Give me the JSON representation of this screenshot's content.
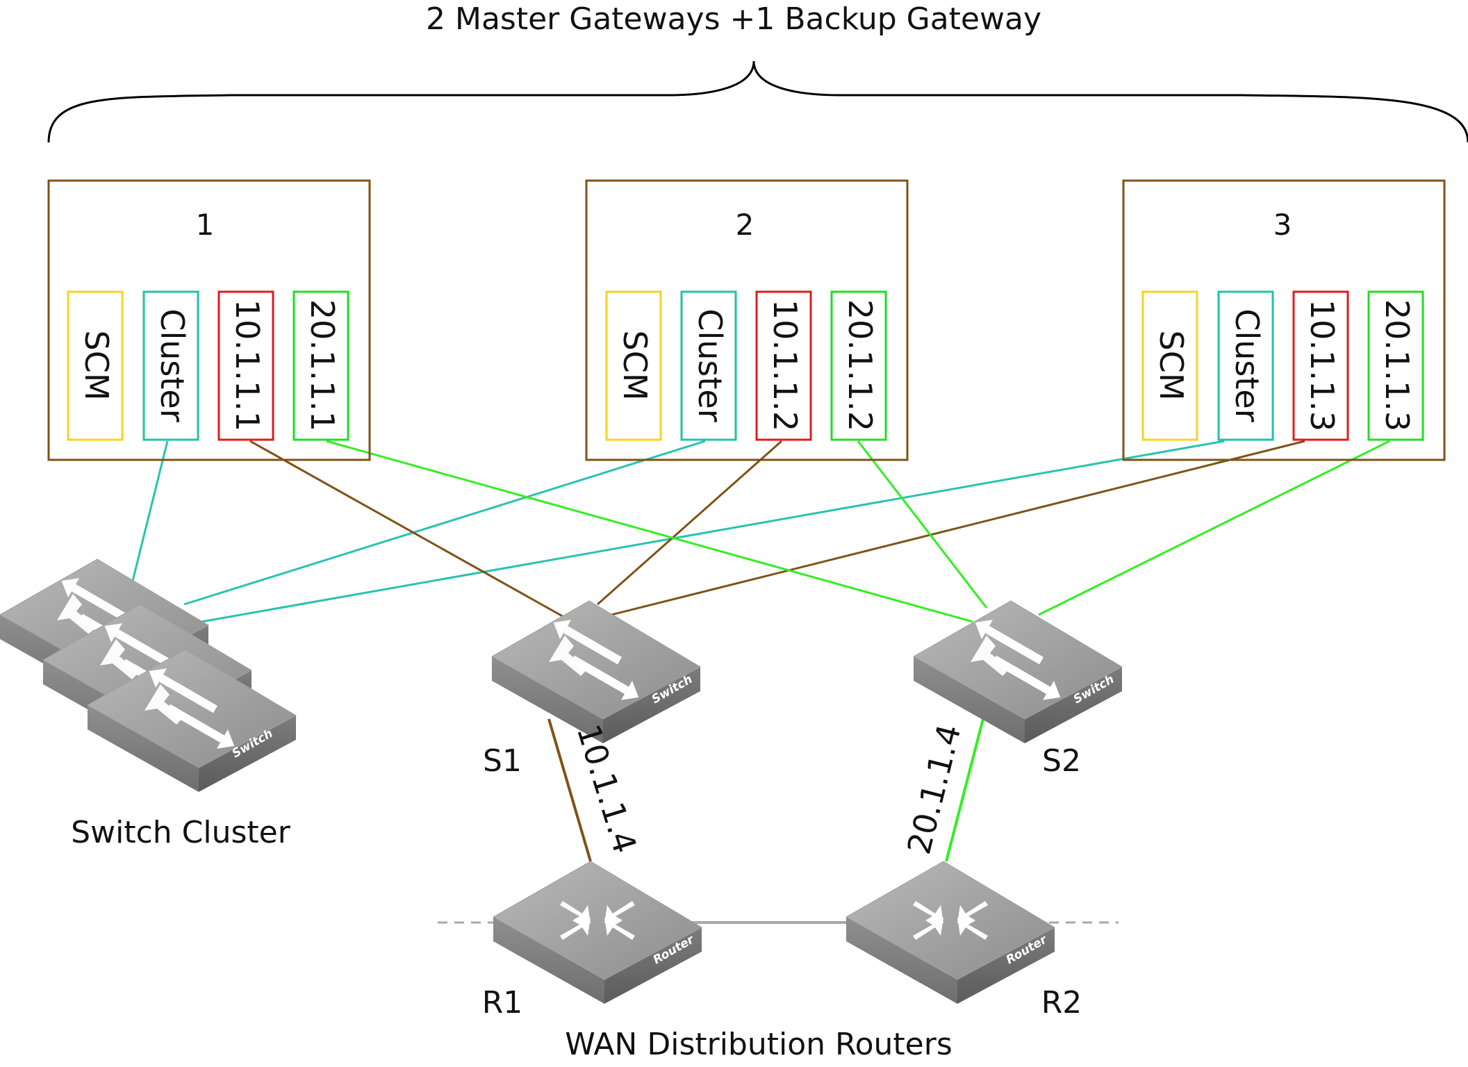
{
  "title": "2 Master Gateways +1 Backup Gateway",
  "colors": {
    "gateway_border": "#7f5216",
    "scm": "#f5d327",
    "cluster": "#1fc3a8",
    "net10": "#e01b1b",
    "net20": "#22dd22",
    "link10": "#7f5216",
    "link20": "#33ee22",
    "link_cluster": "#27c3b0",
    "router_link": "#a8a8a8"
  },
  "gateways": [
    {
      "number": "1",
      "ports": {
        "scm": "SCM",
        "cluster": "Cluster",
        "net10": "10.1.1.1",
        "net20": "20.1.1.1"
      }
    },
    {
      "number": "2",
      "ports": {
        "scm": "SCM",
        "cluster": "Cluster",
        "net10": "10.1.1.2",
        "net20": "20.1.1.2"
      }
    },
    {
      "number": "3",
      "ports": {
        "scm": "SCM",
        "cluster": "Cluster",
        "net10": "10.1.1.3",
        "net20": "20.1.1.3"
      }
    }
  ],
  "switches": {
    "s1": {
      "label": "S1",
      "device_text": "Switch",
      "icon": "switch-icon"
    },
    "s2": {
      "label": "S2",
      "device_text": "Switch",
      "icon": "switch-icon"
    }
  },
  "switch_cluster": {
    "label": "Switch Cluster",
    "device_text": "Switch",
    "icon": "switch-stack-icon"
  },
  "routers": {
    "r1": {
      "label": "R1",
      "device_text": "Router",
      "icon": "router-icon"
    },
    "r2": {
      "label": "R2",
      "device_text": "Router",
      "icon": "router-icon"
    }
  },
  "uplinks": {
    "s1_r1": "10.1.1.4",
    "s2_r2": "20.1.1.4"
  },
  "wan_label": "WAN Distribution Routers"
}
